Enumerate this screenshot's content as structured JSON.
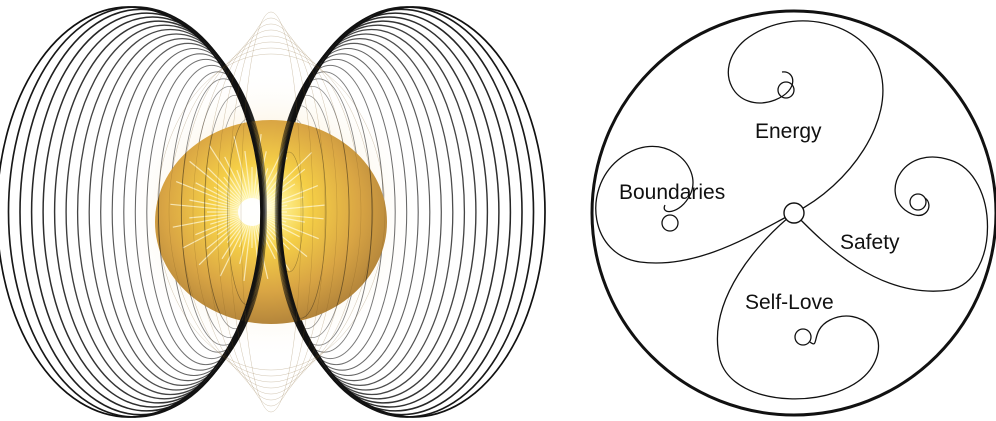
{
  "torus_figure": {
    "sphere_colors": {
      "core": "#fffde8",
      "mid": "#f7cf3a",
      "edge": "#b98b2f",
      "glow": "#fde9c0"
    },
    "field_line_color": "#111111"
  },
  "circle_diagram": {
    "stroke_color": "#111111",
    "labels": {
      "energy": "Energy",
      "boundaries": "Boundaries",
      "safety": "Safety",
      "self_love": "Self-Love"
    }
  }
}
